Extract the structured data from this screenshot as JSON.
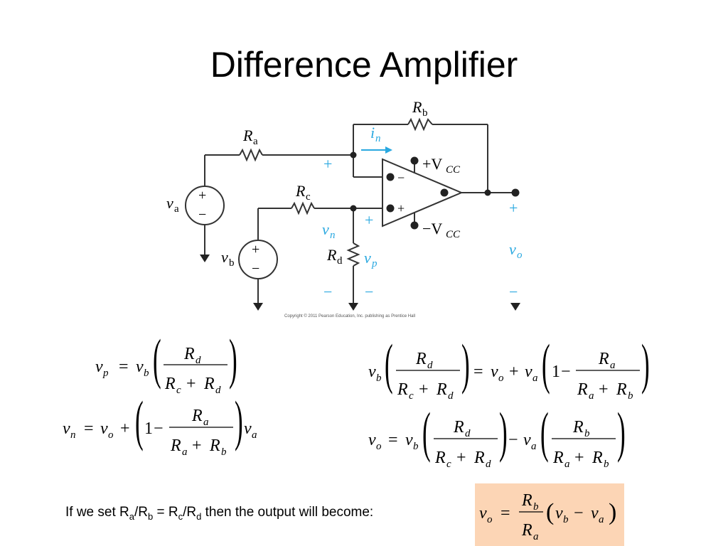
{
  "slide": {
    "title": "Difference Amplifier",
    "copyright": "Copyright © 2011 Pearson Education, Inc. publishing as Prentice Hall"
  },
  "circuit": {
    "labels": {
      "ra": "R",
      "ra_sub": "a",
      "rb": "R",
      "rb_sub": "b",
      "rc": "R",
      "rc_sub": "c",
      "rd": "R",
      "rd_sub": "d",
      "in": "i",
      "in_sub": "n",
      "vcc_pos": "+V",
      "vcc_pos_sub": "CC",
      "vcc_neg": "−V",
      "vcc_neg_sub": "CC",
      "va": "v",
      "va_sub": "a",
      "vb": "v",
      "vb_sub": "b",
      "vn": "v",
      "vn_sub": "n",
      "vp": "v",
      "vp_sub": "p",
      "vo": "v",
      "vo_sub": "o",
      "plus": "+",
      "minus": "−"
    },
    "colors": {
      "accent": "#29a8e0",
      "wire": "#333333"
    }
  },
  "note": {
    "prefix": "If we set R",
    "s1": "a",
    "t1": "/R",
    "s2": "b",
    "t2": " = R",
    "s3": "c",
    "t3": "/R",
    "s4": "d",
    "suffix": " then the output will become:"
  },
  "equations": {
    "plus": "+",
    "minus": "−",
    "eq": "=",
    "one": "1",
    "v": "v",
    "R": "R",
    "a": "a",
    "b": "b",
    "c": "c",
    "d": "d",
    "n": "n",
    "o": "o",
    "p": "p"
  },
  "highlight_color": "#fcd5b5"
}
